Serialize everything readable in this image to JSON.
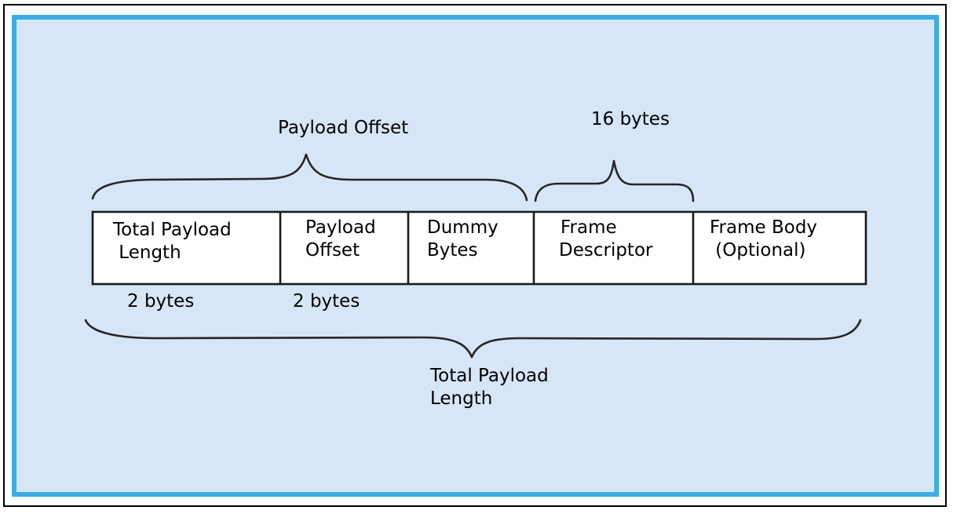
{
  "diagram": {
    "payload_offset_label": "Payload Offset",
    "descriptor_size_label": "16 bytes",
    "cells": [
      {
        "line1": "Total Payload",
        "line2": " Length"
      },
      {
        "line1": "Payload",
        "line2": "Offset"
      },
      {
        "line1": "Dummy",
        "line2": "Bytes"
      },
      {
        "line1": "Frame",
        "line2": "Descriptor"
      },
      {
        "line1": "Frame Body",
        "line2": " (Optional)"
      }
    ],
    "size_labels": [
      "2 bytes",
      "2 bytes"
    ],
    "total_label": {
      "line1": "Total Payload",
      "line2": "Length"
    }
  },
  "colors": {
    "panel_fill": "#d6e6f6",
    "panel_border": "#3aaee3",
    "cell_fill": "#ffffff"
  }
}
